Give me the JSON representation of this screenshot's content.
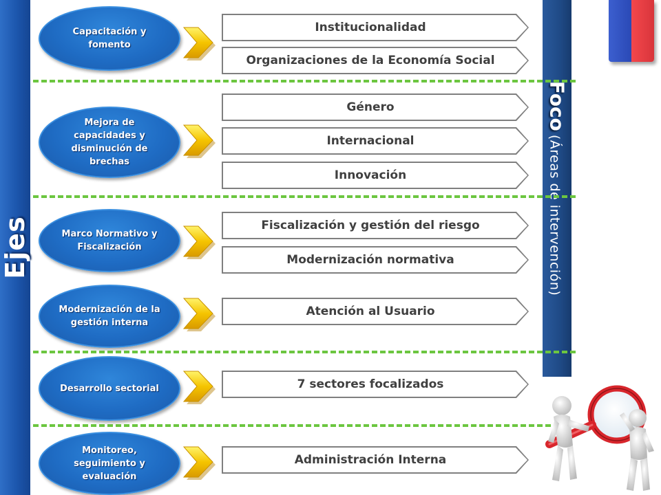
{
  "axis_label": "Ejes",
  "focus_label": "Foco",
  "focus_sublabel": "(Áreas de intervención)",
  "colors": {
    "ellipse": "#1f6cc4",
    "divider": "#6cc640",
    "arrow": "#f5c400",
    "banner": "#1c56ad"
  },
  "ejes": [
    {
      "label": "Capacitación y fomento"
    },
    {
      "label": "Mejora de capacidades y disminución de brechas"
    },
    {
      "label": "Marco Normativo y Fiscalización"
    },
    {
      "label": "Modernización de la gestión interna"
    },
    {
      "label": "Desarrollo sectorial"
    },
    {
      "label": "Monitoreo, seguimiento y evaluación"
    }
  ],
  "focus_areas": [
    {
      "label": "Institucionalidad"
    },
    {
      "label": "Organizaciones de la Economía Social"
    },
    {
      "label": "Género"
    },
    {
      "label": "Internacional"
    },
    {
      "label": "Innovación"
    },
    {
      "label": "Fiscalización y gestión del riesgo"
    },
    {
      "label": "Modernización normativa"
    },
    {
      "label": "Atención al Usuario"
    },
    {
      "label": "7 sectores focalizados"
    },
    {
      "label": "Administración Interna"
    }
  ],
  "images": {
    "flag": "chile-flag-icon",
    "illustration": "magnifying-glass-figures-icon"
  }
}
